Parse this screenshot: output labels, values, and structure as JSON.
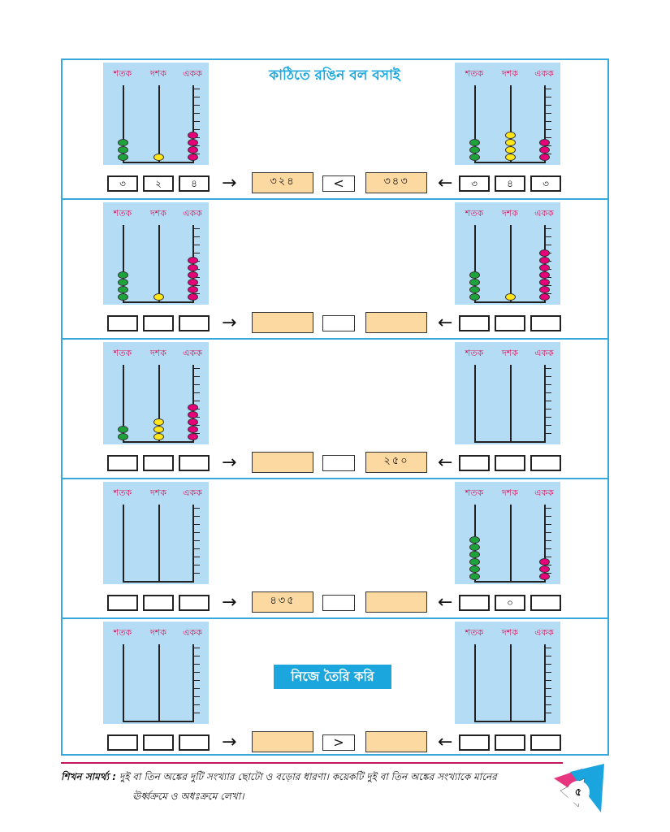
{
  "title": "কাঠিতে রঙিন বল বসাই",
  "self_make_label": "নিজে তৈরি করি",
  "abacus_labels": [
    "শতক",
    "দশক",
    "একক"
  ],
  "colors": {
    "frame": "#36a9dc",
    "abacus_bg": "#b4dcf4",
    "result_bg": "#fbd9a0",
    "hundreds_bead": "#1ea33c",
    "tens_bead": "#ffe51a",
    "ones_bead": "#e5007a"
  },
  "rows": [
    {
      "left_beads": [
        3,
        1,
        4
      ],
      "right_beads": [
        3,
        4,
        3
      ],
      "left_digits": [
        "৩",
        "২",
        "৪"
      ],
      "right_digits": [
        "৩",
        "৪",
        "৩"
      ],
      "left_result": "৩২৪",
      "compare": "<",
      "right_result": "৩৪৩"
    },
    {
      "left_beads": [
        4,
        1,
        6
      ],
      "right_beads": [
        4,
        1,
        7
      ],
      "left_digits": [
        "",
        "",
        ""
      ],
      "right_digits": [
        "",
        "",
        ""
      ],
      "left_result": "",
      "compare": "",
      "right_result": ""
    },
    {
      "left_beads": [
        2,
        3,
        5
      ],
      "right_beads": [
        0,
        0,
        0
      ],
      "left_digits": [
        "",
        "",
        ""
      ],
      "right_digits": [
        "",
        "",
        ""
      ],
      "left_result": "",
      "compare": "",
      "right_result": "২৫০"
    },
    {
      "left_beads": [
        0,
        0,
        0
      ],
      "right_beads": [
        6,
        0,
        3
      ],
      "left_digits": [
        "",
        "",
        ""
      ],
      "right_digits": [
        "",
        "০",
        ""
      ],
      "left_result": "৪৩৫",
      "compare": "",
      "right_result": ""
    },
    {
      "left_beads": [
        0,
        0,
        0
      ],
      "right_beads": [
        0,
        0,
        0
      ],
      "left_digits": [
        "",
        "",
        ""
      ],
      "right_digits": [
        "",
        "",
        ""
      ],
      "left_result": "",
      "compare": ">",
      "right_result": ""
    }
  ],
  "footer": {
    "label": "শিখন সামর্থ্য :",
    "line1": "দুই বা তিন অঙ্কের দুটি সংখ্যার ছোটো ও বড়োর ধারণা। কয়েকটি দুই বা তিন অঙ্কের সংখ্যাকে মানের",
    "line2": "ঊর্ধ্বক্রমে ও অধঃক্রমে লেখা।"
  },
  "page_number": "৫",
  "arrows": {
    "right": "→",
    "left": "←"
  }
}
